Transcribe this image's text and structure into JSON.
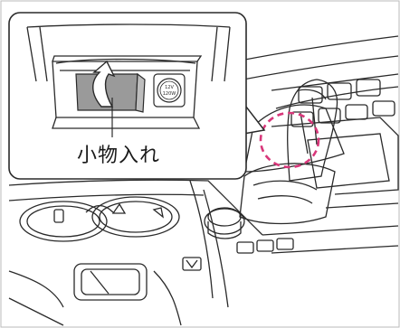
{
  "callout": {
    "label": "小物入れ",
    "outlet_text_line1": "12V",
    "outlet_text_line2": "120W"
  },
  "colors": {
    "line": "#2a2a2a",
    "tray_gray": "#9a9a9a",
    "arrow_fill": "#ffffff",
    "highlight_dashed": "#d8377a",
    "background": "#ffffff"
  },
  "icons": {
    "tray_open_arrow": "curved-up-arrow",
    "power_outlet": "12v-outlet-icon"
  }
}
